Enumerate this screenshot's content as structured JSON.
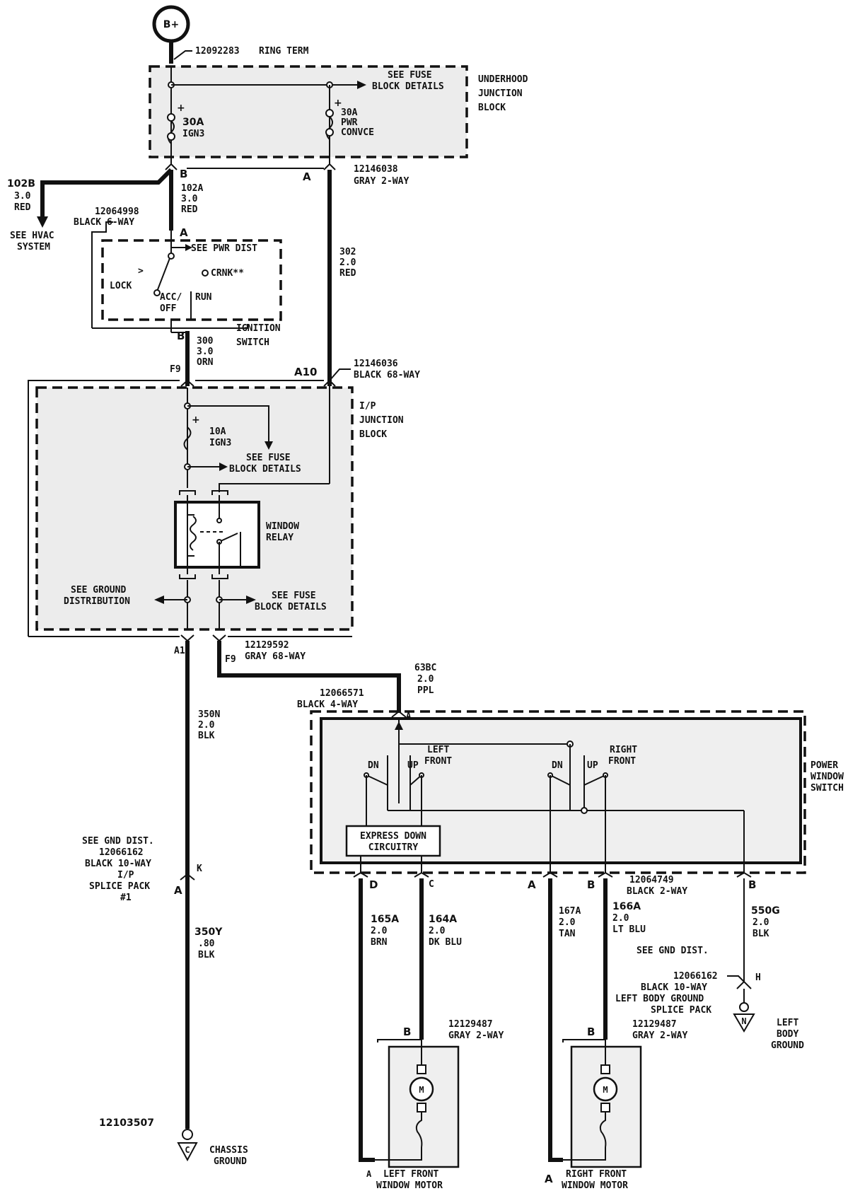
{
  "battery": {
    "label": "B+"
  },
  "ring_term": {
    "part": "12092283",
    "name": "RING TERM"
  },
  "underhood_block": {
    "title": [
      "UNDERHOOD",
      "JUNCTION",
      "BLOCK"
    ],
    "see_fuse": [
      "SEE FUSE",
      "BLOCK DETAILS"
    ],
    "fuse1": {
      "amps": "30A",
      "name": "IGN3"
    },
    "fuse2": {
      "amps": "30A",
      "name1": "PWR",
      "name2": "CONVCE"
    },
    "pin_b": "B",
    "pin_a": "A",
    "connector": {
      "part": "12146038",
      "desc": "GRAY 2-WAY"
    }
  },
  "hvac_wire": {
    "circuit": "102B",
    "gauge": "3.0",
    "color": "RED",
    "see": [
      "SEE HVAC",
      "SYSTEM"
    ]
  },
  "wire_102a": {
    "circuit": "102A",
    "gauge": "3.0",
    "color": "RED"
  },
  "wire_302": {
    "circuit": "302",
    "gauge": "2.0",
    "color": "RED"
  },
  "ignition": {
    "connector": {
      "part": "12064998",
      "desc": "BLACK 6-WAY"
    },
    "pin_a": "A",
    "pin_b": "B",
    "see_pwr": "SEE PWR DIST",
    "crnk": "CRNK**",
    "lock": "LOCK",
    "acc": "ACC/",
    "off": "OFF",
    "run": "RUN",
    "title": [
      "IGNITION",
      "SWITCH"
    ]
  },
  "wire_300": {
    "circuit": "300",
    "gauge": "3.0",
    "color": "ORN"
  },
  "ip_block": {
    "pin_f9_top": "F9",
    "pin_a10": "A10",
    "connector_top": {
      "part": "12146036",
      "desc": "BLACK 68-WAY"
    },
    "title": [
      "I/P",
      "JUNCTION",
      "BLOCK"
    ],
    "fuse": {
      "amps": "10A",
      "name": "IGN3"
    },
    "see_fuse1": [
      "SEE FUSE",
      "BLOCK DETAILS"
    ],
    "relay": [
      "WINDOW",
      "RELAY"
    ],
    "see_ground": [
      "SEE GROUND",
      "DISTRIBUTION"
    ],
    "see_fuse2": [
      "SEE FUSE",
      "BLOCK DETAILS"
    ],
    "pin_a1": "A1",
    "pin_f9_bottom": "F9",
    "connector_bottom": {
      "part": "12129592",
      "desc": "GRAY 68-WAY"
    }
  },
  "wire_350n": {
    "circuit": "350N",
    "gauge": "2.0",
    "color": "BLK"
  },
  "wire_63bc": {
    "circuit": "63BC",
    "gauge": "2.0",
    "color": "PPL"
  },
  "splice": {
    "lines": [
      "SEE GND DIST.",
      "12066162",
      "BLACK 10-WAY",
      "I/P",
      "SPLICE PACK",
      "#1"
    ],
    "pin_a": "A",
    "pin_k": "K"
  },
  "wire_350y": {
    "circuit": "350Y",
    "gauge": ".80",
    "color": "BLK"
  },
  "chassis": {
    "part": "12103507",
    "label": [
      "CHASSIS",
      "GROUND"
    ],
    "symbol": "C"
  },
  "pws": {
    "connector_top": {
      "part": "12066571",
      "desc": "BLACK 4-WAY"
    },
    "pin_top": "A",
    "title": [
      "POWER",
      "WINDOW",
      "SWITCH"
    ],
    "left_front": [
      "LEFT",
      "FRONT"
    ],
    "right_front": [
      "RIGHT",
      "FRONT"
    ],
    "dn": "DN",
    "up": "UP",
    "express": [
      "EXPRESS DOWN",
      "CIRCUITRY"
    ],
    "pin_d": "D",
    "pin_c": "C",
    "pin_a": "A",
    "pin_b": "B",
    "pin_b2": "B",
    "connector_bottom": {
      "part": "12064749",
      "desc": "BLACK 2-WAY"
    }
  },
  "wire_165a": {
    "circuit": "165A",
    "gauge": "2.0",
    "color": "BRN"
  },
  "wire_164a": {
    "circuit": "164A",
    "gauge": "2.0",
    "color": "DK BLU"
  },
  "wire_167a": {
    "circuit": "167A",
    "gauge": "2.0",
    "color": "TAN"
  },
  "wire_166a": {
    "circuit": "166A",
    "gauge": "2.0",
    "color": "LT BLU"
  },
  "wire_550g": {
    "circuit": "550G",
    "gauge": "2.0",
    "color": "BLK"
  },
  "body_ground": {
    "see": "SEE GND DIST.",
    "lines": [
      "12066162",
      "BLACK 10-WAY",
      "LEFT BODY GROUND",
      "SPLICE PACK"
    ],
    "pin_h": "H",
    "label": [
      "LEFT",
      "BODY",
      "GROUND"
    ],
    "symbol": "N"
  },
  "lf_motor": {
    "connector": {
      "part": "12129487",
      "desc": "GRAY 2-WAY"
    },
    "pin_b": "B",
    "pin_a": "A",
    "motor": "M",
    "label": [
      "LEFT FRONT",
      "WINDOW MOTOR"
    ]
  },
  "rf_motor": {
    "connector": {
      "part": "12129487",
      "desc": "GRAY 2-WAY"
    },
    "pin_b": "B",
    "pin_a": "A",
    "motor": "M",
    "label": [
      "RIGHT FRONT",
      "WINDOW MOTOR"
    ]
  }
}
